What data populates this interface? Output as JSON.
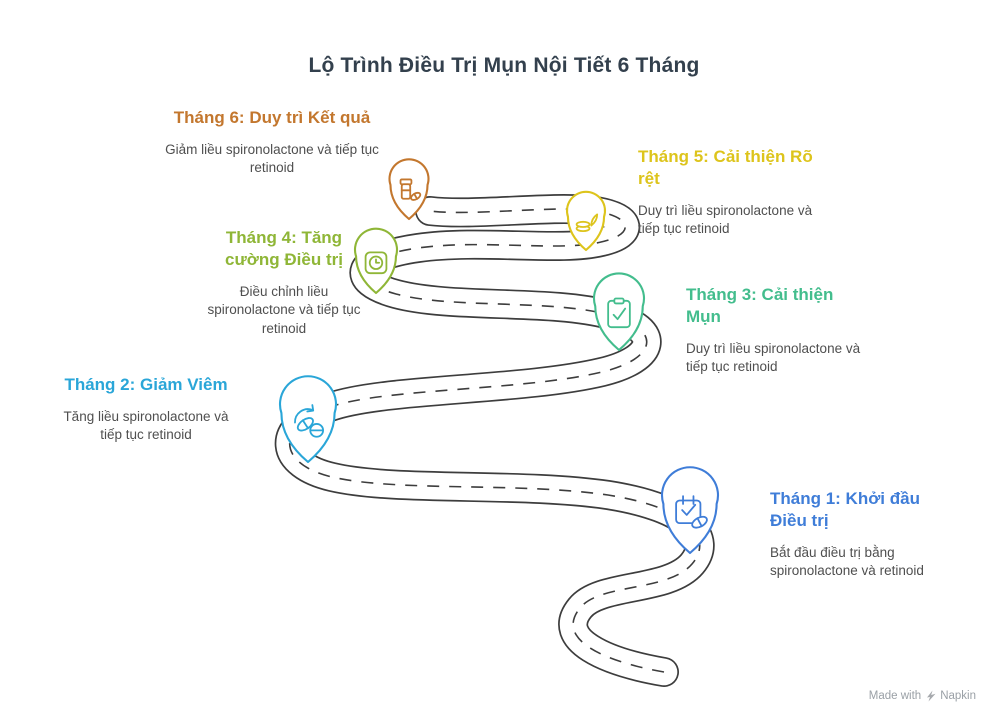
{
  "title": "Lộ Trình Điều Trị Mụn Nội Tiết 6 Tháng",
  "colors": {
    "title": "#33404d",
    "description": "#4f4f4f",
    "road": "#3d3d3d",
    "background": "#ffffff"
  },
  "milestones": [
    {
      "label": "Tháng 1: Khởi đầu Điều trị",
      "description": "Bắt đầu điều trị bằng spironolactone và retinoid",
      "color": "#3f7dd8",
      "icon": "calendar-check-icon"
    },
    {
      "label": "Tháng 2: Giảm Viêm",
      "description": "Tăng liều spironolactone và tiếp tục retinoid",
      "color": "#2aa6d8",
      "icon": "sync-pills-icon"
    },
    {
      "label": "Tháng 3: Cải thiện Mụn",
      "description": "Duy trì liều spironolactone và tiếp tục retinoid",
      "color": "#43bd8d",
      "icon": "clipboard-check-icon"
    },
    {
      "label": "Tháng 4: Tăng cường Điều trị",
      "description": "Điều chỉnh liều spironolactone và tiếp tục retinoid",
      "color": "#8fb637",
      "icon": "clock-icon"
    },
    {
      "label": "Tháng 5: Cải thiện Rõ rệt",
      "description": "Duy trì liều spironolactone và tiếp tục retinoid",
      "color": "#ddc41c",
      "icon": "coins-growth-icon"
    },
    {
      "label": "Tháng 6: Duy trì Kết quả",
      "description": "Giảm liều spironolactone và tiếp tục retinoid",
      "color": "#c3772e",
      "icon": "pill-bottle-icon"
    }
  ],
  "footer": {
    "made_with": "Made with",
    "brand": "Napkin"
  }
}
